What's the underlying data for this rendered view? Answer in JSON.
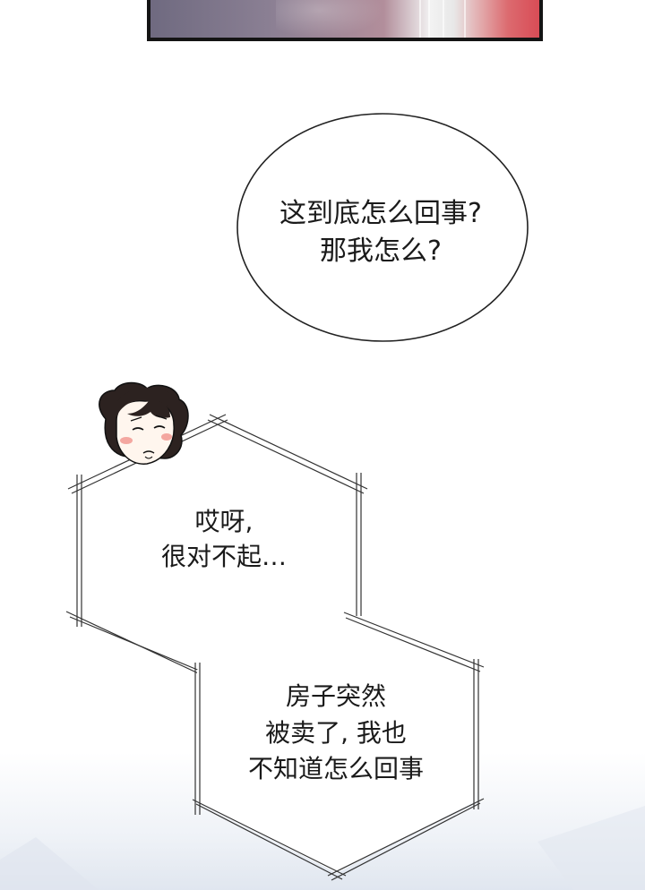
{
  "bubbles": {
    "speech": {
      "lines": [
        "这到底怎么回事?",
        "那我怎么?"
      ]
    },
    "apology": {
      "lines": [
        "哎呀,",
        "很对不起…"
      ]
    },
    "explanation": {
      "lines": [
        "房子突然",
        "被卖了, 我也",
        "不知道怎么回事"
      ]
    }
  },
  "colors": {
    "background": "#ffffff",
    "panel_border": "#141414",
    "bubble_stroke": "#222222",
    "text": "#1a1a1a",
    "accent_red": "#d84c56"
  },
  "icons": {
    "character": "chibi-face-icon"
  }
}
